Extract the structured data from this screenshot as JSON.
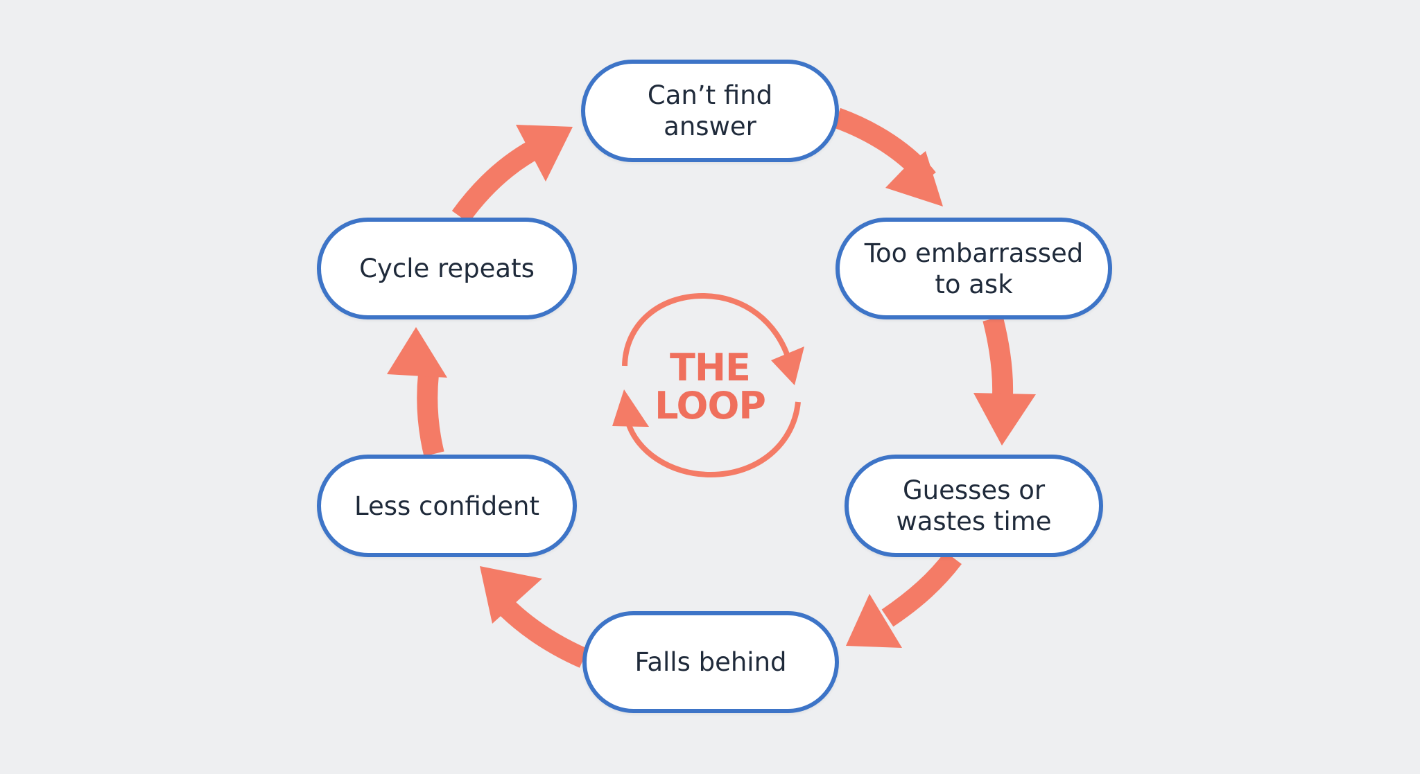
{
  "colors": {
    "background": "#eeeff1",
    "node_border": "#3d74c7",
    "node_fill": "#ffffff",
    "text": "#1f2a3a",
    "arrow": "#f47b66",
    "center_label": "#ef6f5c"
  },
  "loop": {
    "nodes": [
      {
        "label": "Can’t find\nanswer"
      },
      {
        "label": "Too embarrassed\nto ask"
      },
      {
        "label": "Guesses or\nwastes time"
      },
      {
        "label": "Falls behind"
      },
      {
        "label": "Less confident"
      },
      {
        "label": "Cycle repeats"
      }
    ],
    "center_label": {
      "line1": "THE",
      "line2": "LOOP"
    },
    "icons": {
      "center": "circular-arrows-icon",
      "connector": "curved-arrow-icon"
    }
  }
}
